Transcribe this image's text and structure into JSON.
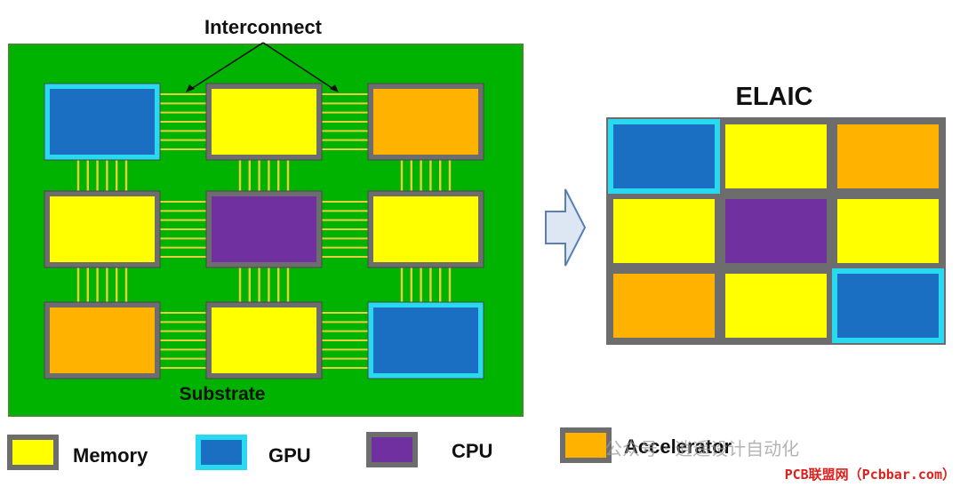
{
  "colors": {
    "substrate": "#00b300",
    "substrate_border": "#3e8e2e",
    "chip_frame": "#6d6d6d",
    "gpu_frame": "#29d9f0",
    "memory": "#ffff00",
    "gpu": "#1a6fc2",
    "cpu": "#7030a0",
    "accelerator": "#ffb300",
    "interconnect": "#e8cf3a",
    "arrow_fill": "#dde6f3",
    "arrow_stroke": "#5b7fb4"
  },
  "left": {
    "interconnect_label": "Interconnect",
    "substrate_label": "Substrate",
    "grid": [
      [
        "gpu",
        "memory",
        "accelerator"
      ],
      [
        "memory",
        "cpu",
        "memory"
      ],
      [
        "accelerator",
        "memory",
        "gpu"
      ]
    ]
  },
  "right": {
    "title": "ELAIC",
    "grid": [
      [
        "gpu",
        "memory",
        "accelerator"
      ],
      [
        "memory",
        "cpu",
        "memory"
      ],
      [
        "accelerator",
        "memory",
        "gpu"
      ]
    ]
  },
  "legend": [
    {
      "type": "memory",
      "label": "Memory"
    },
    {
      "type": "gpu",
      "label": "GPU"
    },
    {
      "type": "cpu",
      "label": "CPU"
    },
    {
      "type": "accelerator",
      "label": "Accelerator"
    }
  ],
  "watermark": {
    "text": "公众号 · 逍遥设计自动化",
    "brand": "PCB联盟网（Pcbbar.com）"
  }
}
